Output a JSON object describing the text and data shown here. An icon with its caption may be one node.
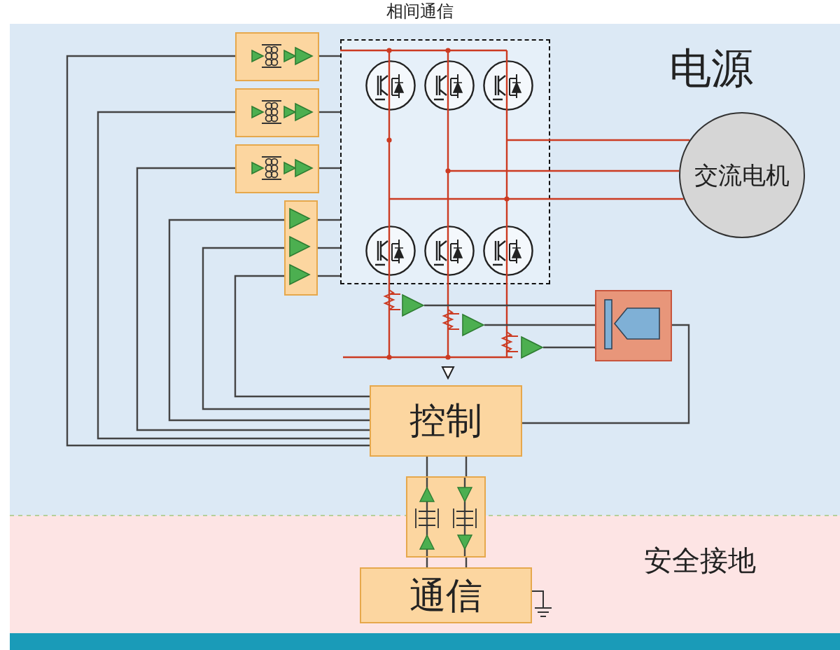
{
  "diagram": {
    "nodes": [
      {
        "text": [
          "电源"
        ]
      },
      {
        "text": [
          "安全接地"
        ]
      },
      {
        "text": [],
        "shape": "box",
        "in": 0
      },
      {
        "text": [],
        "shape": "box",
        "in": 0
      },
      {
        "text": [],
        "shape": "box",
        "in": 0
      },
      {
        "text": [],
        "shape": "box",
        "in": 0
      },
      {
        "text": [],
        "shape": "box",
        "in": 0
      },
      {
        "text": [],
        "shape": "circle",
        "in": 6
      },
      {
        "text": [],
        "shape": "circle",
        "in": 6
      },
      {
        "text": [],
        "shape": "circle",
        "in": 6
      },
      {
        "text": [],
        "shape": "circle",
        "in": 6
      },
      {
        "text": [],
        "shape": "circle",
        "in": 6
      },
      {
        "text": [],
        "shape": "circle",
        "in": 6
      },
      {
        "text": [
          "交流电机"
        ],
        "in": 0
      },
      {
        "text": [],
        "shape": "triangle",
        "in": 0
      },
      {
        "text": [],
        "shape": "triangle",
        "in": 0
      },
      {
        "text": [],
        "shape": "triangle",
        "in": 0
      },
      {
        "text": [],
        "shape": "box",
        "in": 0
      },
      {
        "text": [
          "控制"
        ],
        "in": 0
      },
      {
        "text": [],
        "shape": "box"
      },
      {
        "text": [
          "通信"
        ],
        "in": 1
      }
    ],
    "edges": [
      {
        "from": 18,
        "to": 2,
        "arrow": "none"
      },
      {
        "from": 18,
        "to": 3,
        "arrow": "none"
      },
      {
        "from": 18,
        "to": 4,
        "arrow": "none"
      },
      {
        "from": 18,
        "to": 5,
        "arrow": "none"
      },
      {
        "from": 18,
        "to": 5,
        "arrow": "none"
      },
      {
        "from": 18,
        "to": 5,
        "arrow": "none"
      },
      {
        "from": 2,
        "to": 6,
        "arrow": "none"
      },
      {
        "from": 3,
        "to": 6,
        "arrow": "none"
      },
      {
        "from": 4,
        "to": 6,
        "arrow": "none"
      },
      {
        "from": 5,
        "to": 6,
        "arrow": "none"
      },
      {
        "from": 5,
        "to": 6,
        "arrow": "none"
      },
      {
        "from": 5,
        "to": 6,
        "arrow": "none"
      },
      {
        "from": 6,
        "to": 13,
        "arrow": "none",
        "color": "#cc3b22"
      },
      {
        "from": 6,
        "to": 13,
        "arrow": "none",
        "color": "#cc3b22"
      },
      {
        "from": 6,
        "to": 13,
        "arrow": "none",
        "color": "#cc3b22"
      },
      {
        "from": 14,
        "to": 17,
        "arrow": "none"
      },
      {
        "from": 15,
        "to": 17,
        "arrow": "none"
      },
      {
        "from": 16,
        "to": 17,
        "arrow": "none"
      },
      {
        "from": 17,
        "to": 18,
        "arrow": "none"
      },
      {
        "from": 18,
        "to": 19,
        "arrow": "none"
      },
      {
        "from": 18,
        "to": 19,
        "arrow": "none"
      },
      {
        "from": 19,
        "to": 20,
        "arrow": "none"
      },
      {
        "from": 19,
        "to": 20,
        "arrow": "none"
      }
    ],
    "labels": [
      "相间通信"
    ]
  }
}
